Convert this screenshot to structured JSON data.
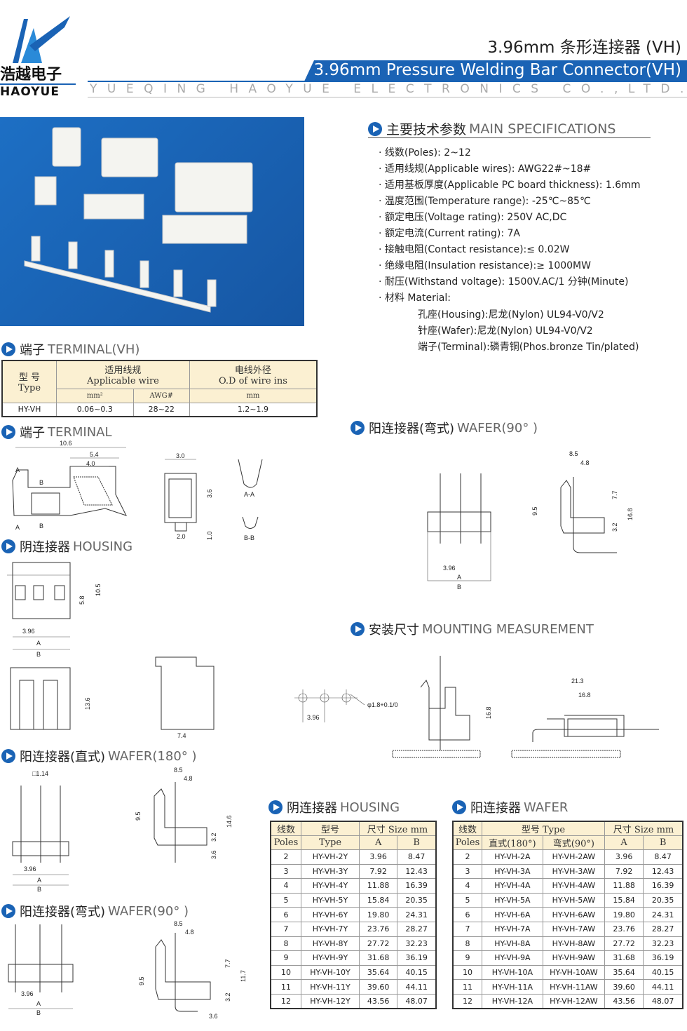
{
  "header": {
    "logo_cn": "浩越电子",
    "logo_en": "HAOYUE",
    "title_cn": "3.96mm 条形连接器 (VH)",
    "title_en": "3.96mm Pressure Welding Bar Connector(VH)",
    "company": "YUEQING HAOYUE ELECTRONICS CO.,LTD."
  },
  "colors": {
    "brand": "#1a63b5",
    "table_header": "#fbf0d2"
  },
  "specs": {
    "heading_cn": "主要技术参数",
    "heading_en": "MAIN SPECIFICATIONS",
    "items": [
      "线数(Poles): 2~12",
      "适用线规(Applicable wires): AWG22#~18#",
      "适用基板厚度(Applicable PC board thickness): 1.6mm",
      "温度范围(Temperature range): -25℃~85℃",
      "额定电压(Voltage rating): 250V AC,DC",
      "额定电流(Current rating): 7A",
      "接触电阻(Contact resistance):≤ 0.02W",
      "绝缘电阻(Insulation resistance):≥ 1000MW",
      "耐压(Withstand voltage): 1500V.AC/1 分钟(Minute)",
      "材料 Material:"
    ],
    "materials": [
      "孔座(Housing):尼龙(Nylon) UL94-V0/V2",
      "针座(Wafer):尼龙(Nylon) UL94-V0/V2",
      "端子(Terminal):磷青铜(Phos.bronze Tin/plated)"
    ]
  },
  "sections": {
    "terminal_vh": {
      "cn": "端子",
      "en": "TERMINAL(VH)"
    },
    "terminal": {
      "cn": "端子",
      "en": "TERMINAL"
    },
    "housing": {
      "cn": "阴连接器",
      "en": "HOUSING"
    },
    "wafer180": {
      "cn": "阳连接器(直式)",
      "en": "WAFER(180°  )"
    },
    "wafer90_left": {
      "cn": "阳连接器(弯式)",
      "en": "WAFER(90°  )"
    },
    "wafer90_right": {
      "cn": "阳连接器(弯式)",
      "en": "WAFER(90°  )"
    },
    "mounting": {
      "cn": "安装尺寸",
      "en": "MOUNTING MEASUREMENT"
    },
    "housing_table": {
      "cn": "阴连接器",
      "en": "HOUSING"
    },
    "wafer_table": {
      "cn": "阳连接器",
      "en": "WAFER"
    }
  },
  "terminal_table": {
    "type_cn": "型 号",
    "type_en": "Type",
    "wire_cn": "适用线规",
    "wire_en": "Applicable wire",
    "od_cn": "电线外径",
    "od_en": "O.D of wire ins",
    "mm2": "mm²",
    "awg": "AWG#",
    "mm": "mm",
    "row": {
      "type": "HY-VH",
      "mm2": "0.06~0.3",
      "awg": "28~22",
      "od": "1.2~1.9"
    }
  },
  "housing_table": {
    "h_poles_cn": "线数",
    "h_poles_en": "Poles",
    "h_type_cn": "型号",
    "h_type_en": "Type",
    "h_size": "尺寸 Size mm",
    "h_a": "A",
    "h_b": "B",
    "rows": [
      [
        "2",
        "HY-VH-2Y",
        "3.96",
        "8.47"
      ],
      [
        "3",
        "HY-VH-3Y",
        "7.92",
        "12.43"
      ],
      [
        "4",
        "HY-VH-4Y",
        "11.88",
        "16.39"
      ],
      [
        "5",
        "HY-VH-5Y",
        "15.84",
        "20.35"
      ],
      [
        "6",
        "HY-VH-6Y",
        "19.80",
        "24.31"
      ],
      [
        "7",
        "HY-VH-7Y",
        "23.76",
        "28.27"
      ],
      [
        "8",
        "HY-VH-8Y",
        "27.72",
        "32.23"
      ],
      [
        "9",
        "HY-VH-9Y",
        "31.68",
        "36.19"
      ],
      [
        "10",
        "HY-VH-10Y",
        "35.64",
        "40.15"
      ],
      [
        "11",
        "HY-VH-11Y",
        "39.60",
        "44.11"
      ],
      [
        "12",
        "HY-VH-12Y",
        "43.56",
        "48.07"
      ]
    ]
  },
  "wafer_table": {
    "h_poles_cn": "线数",
    "h_poles_en": "Poles",
    "h_type": "型号 Type",
    "h_straight": "直式(180°)",
    "h_bent": "弯式(90°)",
    "h_size": "尺寸 Size mm",
    "h_a": "A",
    "h_b": "B",
    "rows": [
      [
        "2",
        "HY-VH-2A",
        "HY-VH-2AW",
        "3.96",
        "8.47"
      ],
      [
        "3",
        "HY-VH-3A",
        "HY-VH-3AW",
        "7.92",
        "12.43"
      ],
      [
        "4",
        "HY-VH-4A",
        "HY-VH-4AW",
        "11.88",
        "16.39"
      ],
      [
        "5",
        "HY-VH-5A",
        "HY-VH-5AW",
        "15.84",
        "20.35"
      ],
      [
        "6",
        "HY-VH-6A",
        "HY-VH-6AW",
        "19.80",
        "24.31"
      ],
      [
        "7",
        "HY-VH-7A",
        "HY-VH-7AW",
        "23.76",
        "28.27"
      ],
      [
        "8",
        "HY-VH-8A",
        "HY-VH-8AW",
        "27.72",
        "32.23"
      ],
      [
        "9",
        "HY-VH-9A",
        "HY-VH-9AW",
        "31.68",
        "36.19"
      ],
      [
        "10",
        "HY-VH-10A",
        "HY-VH-10AW",
        "35.64",
        "40.15"
      ],
      [
        "11",
        "HY-VH-11A",
        "HY-VH-11AW",
        "39.60",
        "44.11"
      ],
      [
        "12",
        "HY-VH-12A",
        "HY-VH-12AW",
        "43.56",
        "48.07"
      ]
    ]
  },
  "dims": {
    "terminal": [
      "10.6",
      "5.4",
      "4.0",
      "A",
      "B",
      "A",
      "B",
      "3.0",
      "3.6",
      "2.0",
      "1.0",
      "A-A",
      "B-B"
    ],
    "housing": [
      "5.8",
      "10.5",
      "3.96",
      "A",
      "B",
      "13.6",
      "7.4"
    ],
    "wafer180": [
      "□1.14",
      "3.96",
      "A",
      "B",
      "8.5",
      "4.8",
      "9.5",
      "3.2",
      "3.6",
      "14.6"
    ],
    "wafer90l": [
      "3.96",
      "A",
      "B",
      "8.5",
      "4.8",
      "9.5",
      "7.7",
      "3.2",
      "11.7",
      "3.6"
    ],
    "wafer90r": [
      "3.96",
      "A",
      "B",
      "8.5",
      "4.8",
      "9.5",
      "7.7",
      "3.2",
      "16.8"
    ],
    "mounting": [
      "3.96",
      "φ1.8+0.1/0",
      "16.8",
      "21.3",
      "16.8"
    ]
  }
}
